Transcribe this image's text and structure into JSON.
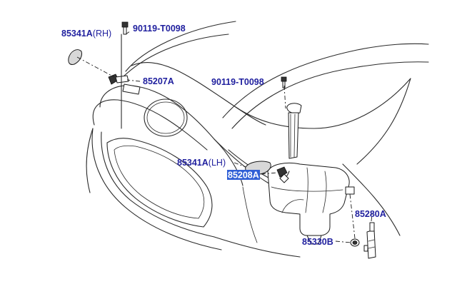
{
  "labels": {
    "washer_jet_cover_rh": {
      "code": "85341A",
      "side": "(RH)"
    },
    "bolt_top": "90119-T0098",
    "washer_nozzle_rh": "85207A",
    "bolt_right": "90119-T0098",
    "washer_jet_cover_lh": {
      "code": "85341A",
      "side": "(LH)"
    },
    "washer_nozzle_lh": "85208A",
    "washer_pump": "85280A",
    "grommet": "85330B"
  },
  "colors": {
    "label_text": "#1f1f9e",
    "highlight": "#2f5fd6",
    "line": "#2a2a2a"
  },
  "highlighted_part": "85208A"
}
